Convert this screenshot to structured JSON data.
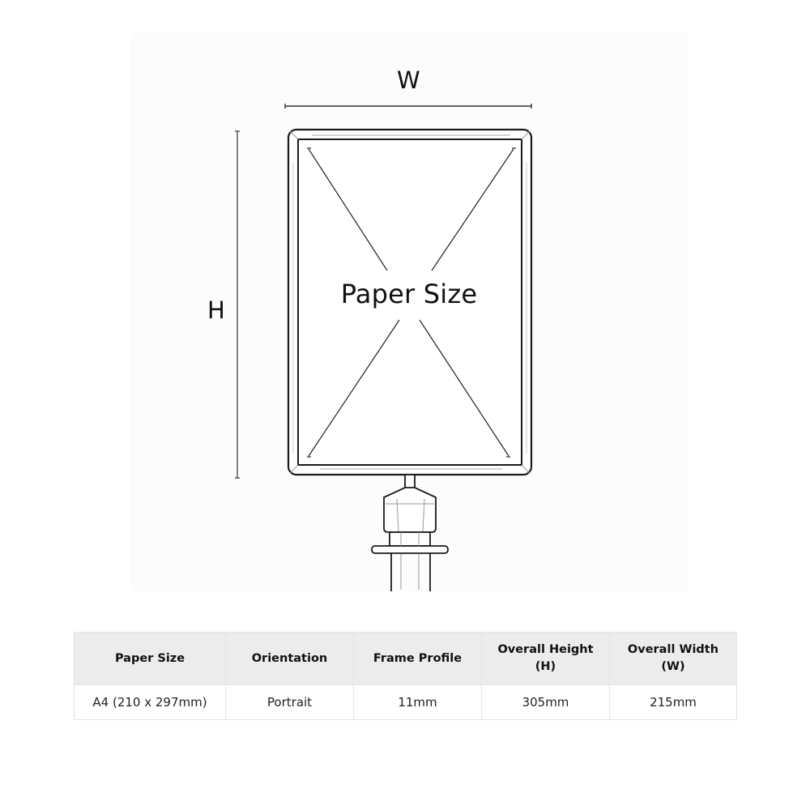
{
  "diagram": {
    "width_label": "W",
    "height_label": "H",
    "center_label": "Paper Size",
    "line_color": "#1a1a1a"
  },
  "table": {
    "header_bg": "#ececec",
    "columns": [
      {
        "line1": "Paper Size",
        "line2": ""
      },
      {
        "line1": "Orientation",
        "line2": ""
      },
      {
        "line1": "Frame Profile",
        "line2": ""
      },
      {
        "line1": "Overall Height",
        "line2": "(H)"
      },
      {
        "line1": "Overall Width",
        "line2": "(W)"
      }
    ],
    "rows": [
      [
        "A4 (210 x 297mm)",
        "Portrait",
        "11mm",
        "305mm",
        "215mm"
      ]
    ]
  }
}
